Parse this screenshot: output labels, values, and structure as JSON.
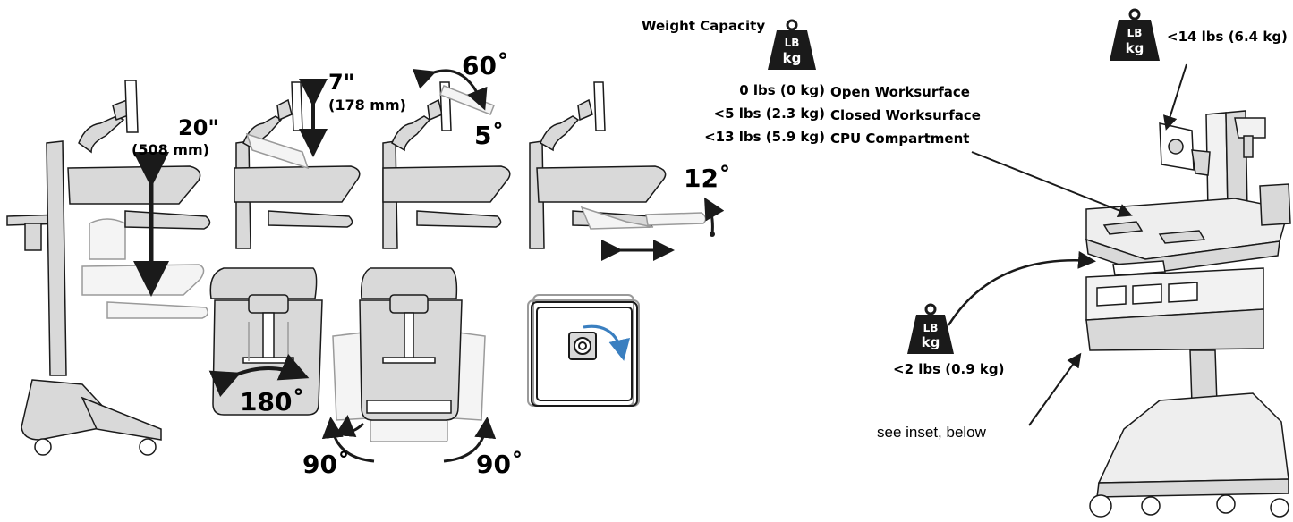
{
  "adjustments": {
    "height_inches": "20\"",
    "height_mm": "(508 mm)",
    "tilt_inches": "7\"",
    "tilt_mm": "(178 mm)",
    "monitor_tilt_up": "60˚",
    "monitor_tilt_down": "5˚",
    "keyboard_tilt": "12˚",
    "swivel": "180˚",
    "keyboard_left": "90˚",
    "keyboard_right": "90˚"
  },
  "weights": {
    "title": "Weight Capacity",
    "badge_top": "LB",
    "badge_bottom": "kg",
    "rows": [
      {
        "value": "0 lbs (0 kg)",
        "desc": "Open Worksurface"
      },
      {
        "value": "<5 lbs (2.3 kg)",
        "desc": "Closed Worksurface"
      },
      {
        "value": "<13 lbs (5.9 kg)",
        "desc": "CPU Compartment"
      }
    ],
    "monitor": "<14 lbs (6.4 kg)",
    "drawer": "<2 lbs (0.9 kg)"
  },
  "note": "see inset, below",
  "colors": {
    "line": "#1a1a1a",
    "fill": "#d9d9d9",
    "ghost": "#9a9a9a",
    "accent": "#3a7fc0"
  }
}
